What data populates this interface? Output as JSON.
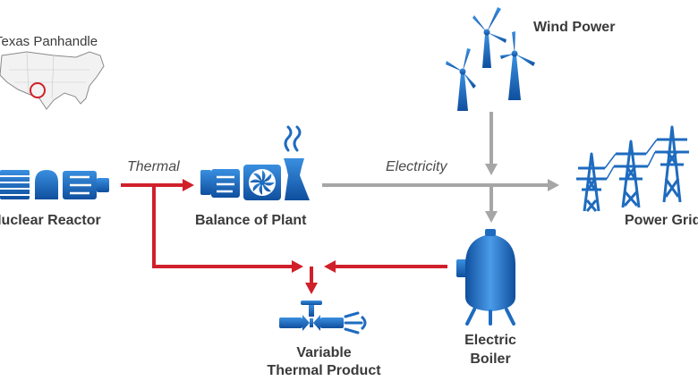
{
  "labels": {
    "location": "Texas Panhandle",
    "wind_power": "Wind Power",
    "nuclear_reactor": "Nuclear Reactor",
    "thermal": "Thermal",
    "balance_of_plant": "Balance of Plant",
    "electricity": "Electricity",
    "power_grid": "Power Grid",
    "variable_product_line1": "Variable",
    "variable_product_line2": "Thermal Product",
    "electric_boiler_line1": "Electric",
    "electric_boiler_line2": "Boiler"
  },
  "colors": {
    "thermal_flow": "#d0202a",
    "electric_flow": "#a6a6a6",
    "equipment_blue": "#1e6bbf",
    "label_text": "#3a3a3a"
  },
  "icons": [
    "us-map-icon",
    "wind-turbine-icon",
    "nuclear-reactor-icon",
    "balance-of-plant-icon",
    "power-grid-tower-icon",
    "electric-boiler-icon",
    "valve-icon"
  ]
}
